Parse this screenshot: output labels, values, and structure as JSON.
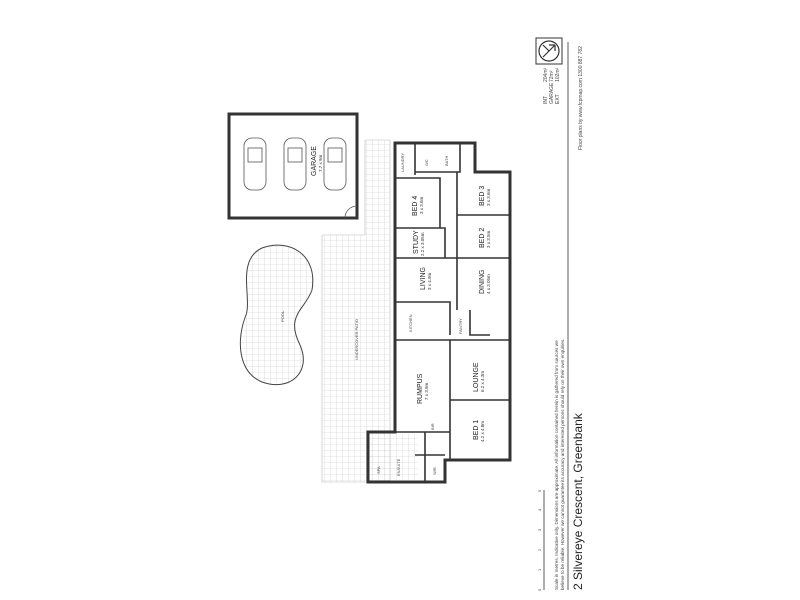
{
  "address": "2 Silvereye Crescent, Greenbank",
  "disclaimer": {
    "line1": "Scale in metres. Indicative only. Dimensions are approximate. All information contained herein is gathered from sources we",
    "line2": "believe to be reliable. However we cannot guarantee its accuracy and interested persons should rely on their own enquiries."
  },
  "scale_ticks": [
    "0",
    "1",
    "2",
    "3",
    "4",
    "5"
  ],
  "areas": [
    {
      "label": "INT",
      "value": "204m²"
    },
    {
      "label": "GARAGE",
      "value": "72m²"
    },
    {
      "label": "EXT",
      "value": "102m²"
    }
  ],
  "credit": "Floor plans by www.fcpmap.com 1300 887 782",
  "rooms": {
    "garage": {
      "name": "GARAGE",
      "dims": "7.7 x 9m"
    },
    "pool": {
      "name": "POOL"
    },
    "patio": {
      "name": "UNDERCOVER PATIO"
    },
    "laundry": {
      "name": "LAUNDRY"
    },
    "wc": {
      "name": "WC"
    },
    "bath": {
      "name": "BATH"
    },
    "bed4": {
      "name": "BED 4",
      "dims": "3 x 3.6m"
    },
    "bed3": {
      "name": "BED 3",
      "dims": "3 x 3.6m"
    },
    "bed2": {
      "name": "BED 2",
      "dims": "3 x 3.5m"
    },
    "study": {
      "name": "STUDY",
      "dims": "2.2 x 3.05m"
    },
    "living": {
      "name": "LIVING",
      "dims": "3 x 4.9m"
    },
    "dining": {
      "name": "DINING",
      "dims": "4 x 3.05m"
    },
    "kitchen": {
      "name": "KITCHEN"
    },
    "pantry": {
      "name": "PANTRY"
    },
    "rumpus": {
      "name": "RUMPUS",
      "dims": "7 x 3.9m"
    },
    "lounge": {
      "name": "LOUNGE",
      "dims": "6.2 x 4.3m"
    },
    "bed1": {
      "name": "BED 1",
      "dims": "4.2 x 4.8m"
    },
    "ensuite": {
      "name": "ENSUITE"
    },
    "wir": {
      "name": "WIR"
    },
    "bir": {
      "name": "BIR"
    },
    "spa": {
      "name": "SPA"
    }
  }
}
